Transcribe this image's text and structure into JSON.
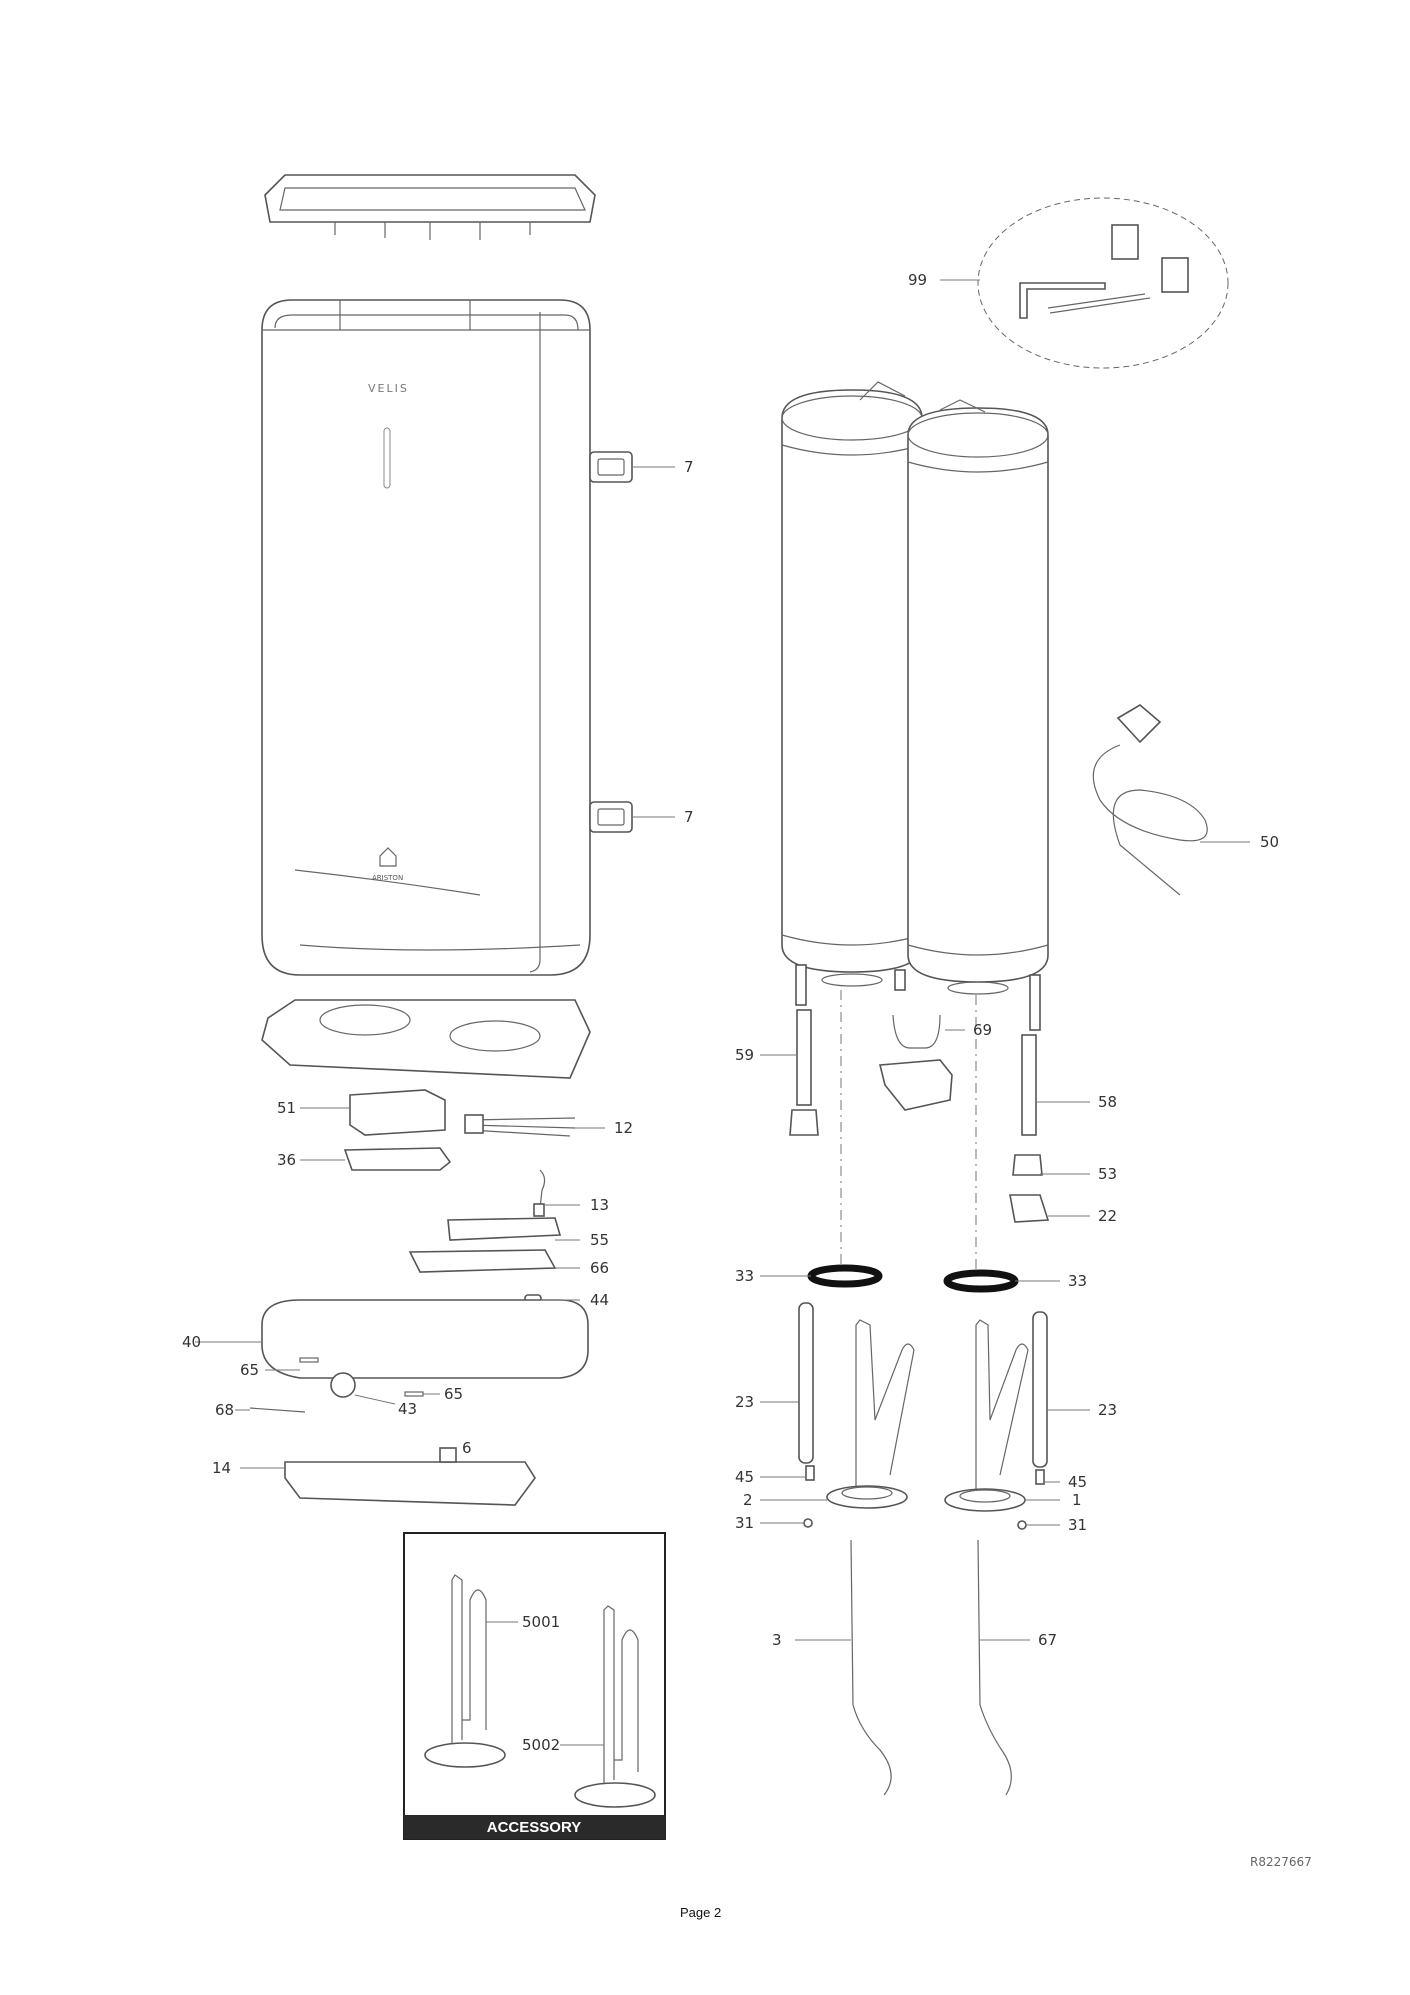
{
  "callouts": {
    "c7a": "7",
    "c7b": "7",
    "c99": "99",
    "c50": "50",
    "c59": "59",
    "c69": "69",
    "c58": "58",
    "c53": "53",
    "c22": "22",
    "c33a": "33",
    "c33b": "33",
    "c23a": "23",
    "c23b": "23",
    "c45a": "45",
    "c45b": "45",
    "c2": "2",
    "c1": "1",
    "c31a": "31",
    "c31b": "31",
    "c3": "3",
    "c67": "67",
    "c51": "51",
    "c12": "12",
    "c36": "36",
    "c13": "13",
    "c55": "55",
    "c66": "66",
    "c44": "44",
    "c40": "40",
    "c65a": "65",
    "c65b": "65",
    "c68": "68",
    "c43": "43",
    "c14": "14",
    "c6": "6",
    "c5001": "5001",
    "c5002": "5002"
  },
  "brand": {
    "model": "VELIS",
    "maker": "ARISTON"
  },
  "accessory_label": "ACCESSORY",
  "reference": "R8227667",
  "page_label": "Page 2"
}
